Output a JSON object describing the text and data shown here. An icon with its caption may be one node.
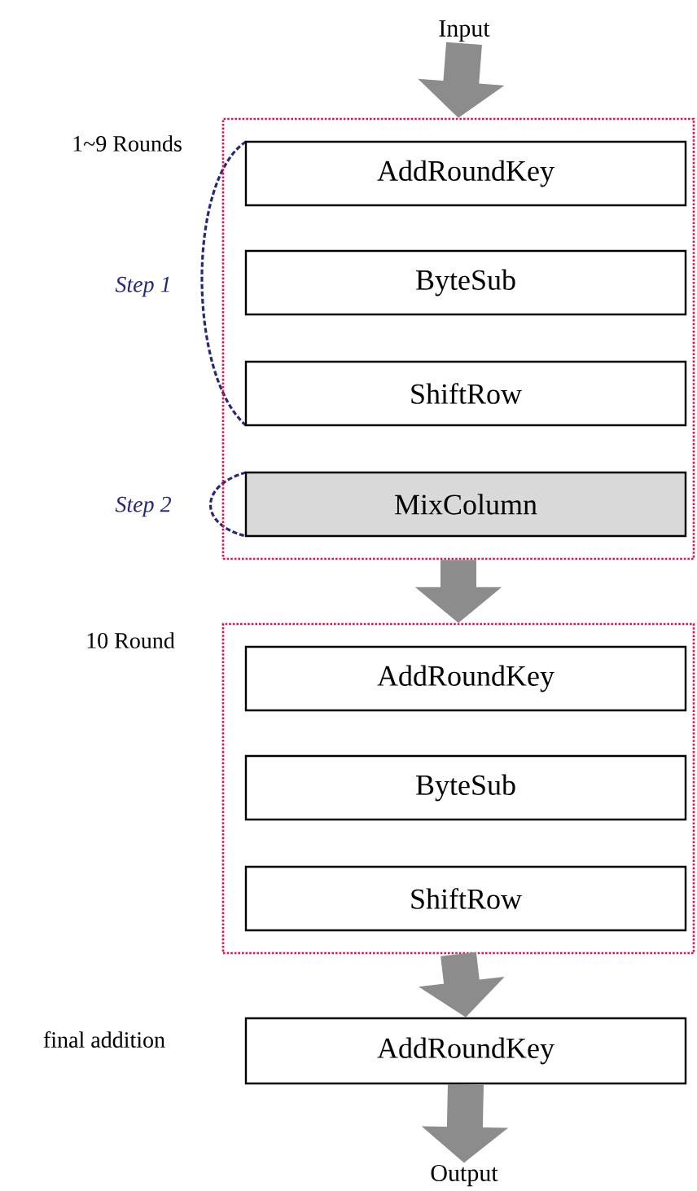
{
  "diagram": {
    "nodes": [
      {
        "text": [
          "Input"
        ]
      },
      {
        "text": [
          "1~9 Rounds"
        ]
      },
      {
        "text": [
          "AddRoundKey"
        ],
        "in": 1
      },
      {
        "text": [
          "ByteSub"
        ],
        "in": 1
      },
      {
        "text": [
          "ShiftRow"
        ],
        "in": 1
      },
      {
        "text": [
          "MixColumn"
        ],
        "in": 1
      },
      {
        "text": [
          "10 Round"
        ]
      },
      {
        "text": [
          "AddRoundKey"
        ],
        "in": 6
      },
      {
        "text": [
          "ByteSub"
        ],
        "in": 6
      },
      {
        "text": [
          "ShiftRow"
        ],
        "in": 6
      },
      {
        "text": [
          "AddRoundKey"
        ],
        "beside": [
          "final addition"
        ]
      },
      {
        "text": [
          "Output"
        ]
      }
    ],
    "edges": [
      {
        "from": 0,
        "to": 1,
        "arrow": "to"
      },
      {
        "from": 1,
        "to": 6,
        "arrow": "to"
      },
      {
        "from": 6,
        "to": 10,
        "arrow": "to"
      },
      {
        "from": 10,
        "to": 11,
        "arrow": "to"
      }
    ],
    "labels": [
      "Step 1",
      "Step 2"
    ]
  }
}
